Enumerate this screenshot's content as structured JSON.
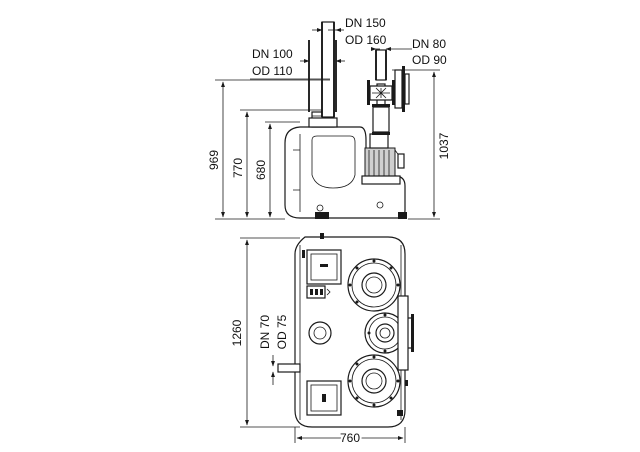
{
  "side_view": {
    "dims": {
      "height_inlet_top": "969",
      "height_770": "770",
      "height_680": "680",
      "height_total": "1037"
    },
    "connections": {
      "pipe_dn150": "DN 150",
      "pipe_od160": "OD 160",
      "pipe_dn100": "DN 100",
      "pipe_od110": "OD 110",
      "pipe_dn80": "DN 80",
      "pipe_od90": "OD 90"
    }
  },
  "top_view": {
    "dims": {
      "depth": "1260",
      "width": "760"
    },
    "connections": {
      "vent_dn70": "DN 70",
      "vent_od75": "OD 75"
    }
  }
}
